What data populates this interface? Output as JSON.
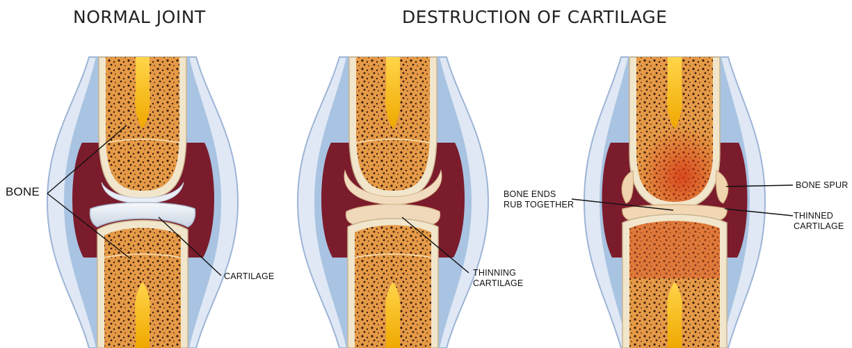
{
  "titles": {
    "normal": "NORMAL JOINT",
    "destruction": "DESTRUCTION OF CARTILAGE"
  },
  "labels": {
    "bone": "BONE",
    "cartilage": "CARTILAGE",
    "thinning_cartilage_l1": "THINNING",
    "thinning_cartilage_l2": "CARTILAGE",
    "bone_ends_l1": "BONE ENDS",
    "bone_ends_l2": "RUB TOGETHER",
    "bone_spur": "BONE SPUR",
    "thinned_cartilage_l1": "THINNED",
    "thinned_cartilage_l2": "CARTILAGE"
  },
  "colors": {
    "capsule_outer": "#dfe8f4",
    "capsule_mid": "#a9c3e2",
    "synovium": "#7b1c2c",
    "bone_shell": "#f1e6cc",
    "bone_body": "#e8a24f",
    "marrow": "#f5b800",
    "cartilage": "#e9eef5",
    "inflamed": "#d9522a"
  }
}
